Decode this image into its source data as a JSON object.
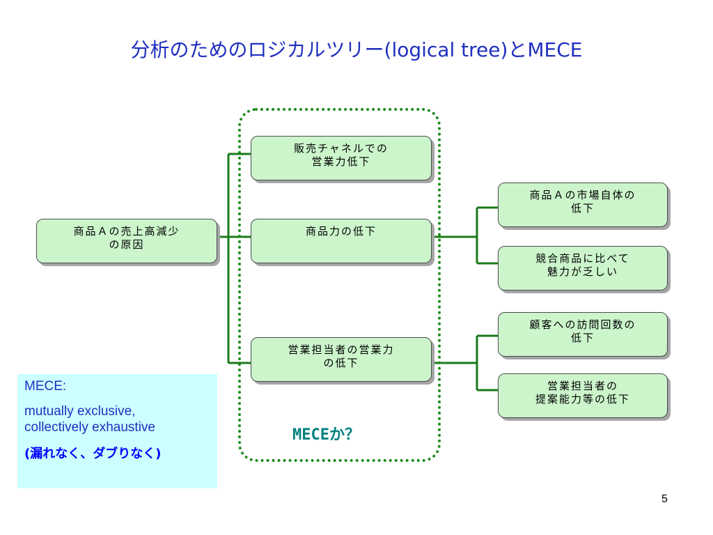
{
  "slide": {
    "title": "分析のためのロジカルツリー(logical tree)とMECE",
    "page_number": "5"
  },
  "tree": {
    "root": "商品Ａの売上高減少\nの原因",
    "level1": [
      "販売チャネルでの\n営業力低下",
      "商品力の低下",
      "営業担当者の営業力\nの低下"
    ],
    "level2_product": [
      "商品Ａの市場自体の\n低下",
      "競合商品に比べて\n魅力が乏しい"
    ],
    "level2_sales": [
      "顧客への訪問回数の\n低下",
      "営業担当者の\n提案能力等の低下"
    ],
    "mece_question": "MECEか？"
  },
  "mece_note": {
    "heading": "MECE:",
    "line1": "mutually exclusive,",
    "line2": "collectively exhaustive",
    "japanese": "(漏れなく、ダブりなく)"
  },
  "colors": {
    "title": "#1f2fbf",
    "node_fill": "#ccf5cc",
    "connector": "#1a7a1a",
    "dotted_border": "#1a8a1a",
    "mece_box_fill": "#ccffff",
    "mece_question": "#008080",
    "japanese_note": "#0000ff"
  }
}
